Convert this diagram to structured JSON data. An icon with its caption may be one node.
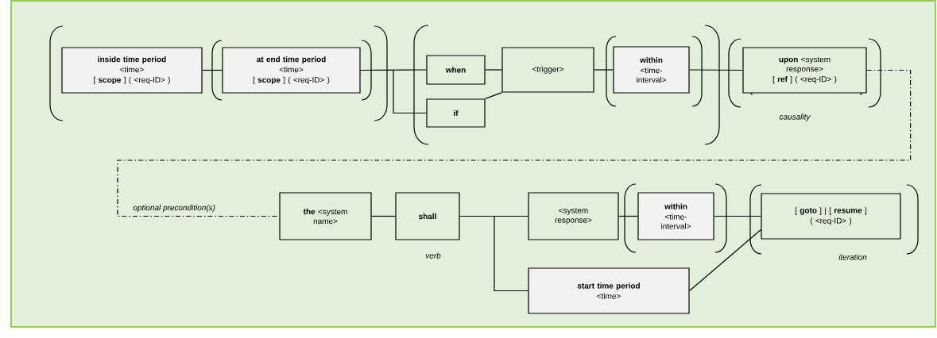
{
  "diagram": {
    "nodes": [
      {
        "text": [
          "inside time period",
          "<time>",
          "[ **scope** ] ( <req-ID> )"
        ]
      },
      {
        "text": [
          "at end time period",
          "<time>",
          "[ **scope** ] ( <req-ID> )"
        ]
      },
      {
        "text": [
          "when"
        ]
      },
      {
        "text": [
          "if"
        ]
      },
      {
        "text": [
          "<trigger>"
        ]
      },
      {
        "text": [
          "within",
          "<time-interval>"
        ]
      },
      {
        "text": [
          "**upon** <system response>",
          "[ **ref** ] ( <req-ID> )"
        ],
        "beside": [
          "causality"
        ]
      },
      {
        "text": [
          "**the** <system name>"
        ]
      },
      {
        "text": [
          "shall"
        ],
        "beside": [
          "verb"
        ]
      },
      {
        "text": [
          "<system response>"
        ]
      },
      {
        "text": [
          "within",
          "<time-interval>"
        ]
      },
      {
        "text": [
          "[ **goto** ] | [ **resume** ]",
          "( <req-ID> )"
        ],
        "beside": [
          "iteration"
        ]
      },
      {
        "text": [
          "start time period",
          "<time>"
        ]
      }
    ],
    "edges": [
      {
        "from": 0,
        "to": 1,
        "arrow": "none"
      },
      {
        "from": 1,
        "to": 2,
        "arrow": "none"
      },
      {
        "from": 1,
        "to": 3,
        "arrow": "none"
      },
      {
        "from": 2,
        "to": 4,
        "arrow": "none"
      },
      {
        "from": 3,
        "to": 4,
        "arrow": "none"
      },
      {
        "from": 4,
        "to": 5,
        "arrow": "none"
      },
      {
        "from": 5,
        "to": 6,
        "arrow": "none"
      },
      {
        "from": 6,
        "to": 7,
        "arrow": "none",
        "style": "dashed",
        "label": "optional precondition(s)"
      },
      {
        "from": 7,
        "to": 8,
        "arrow": "none"
      },
      {
        "from": 8,
        "to": 9,
        "arrow": "none"
      },
      {
        "from": 8,
        "to": 12,
        "arrow": "none"
      },
      {
        "from": 9,
        "to": 10,
        "arrow": "none"
      },
      {
        "from": 10,
        "to": 11,
        "arrow": "none"
      },
      {
        "from": 12,
        "to": 11,
        "arrow": "none"
      }
    ]
  }
}
